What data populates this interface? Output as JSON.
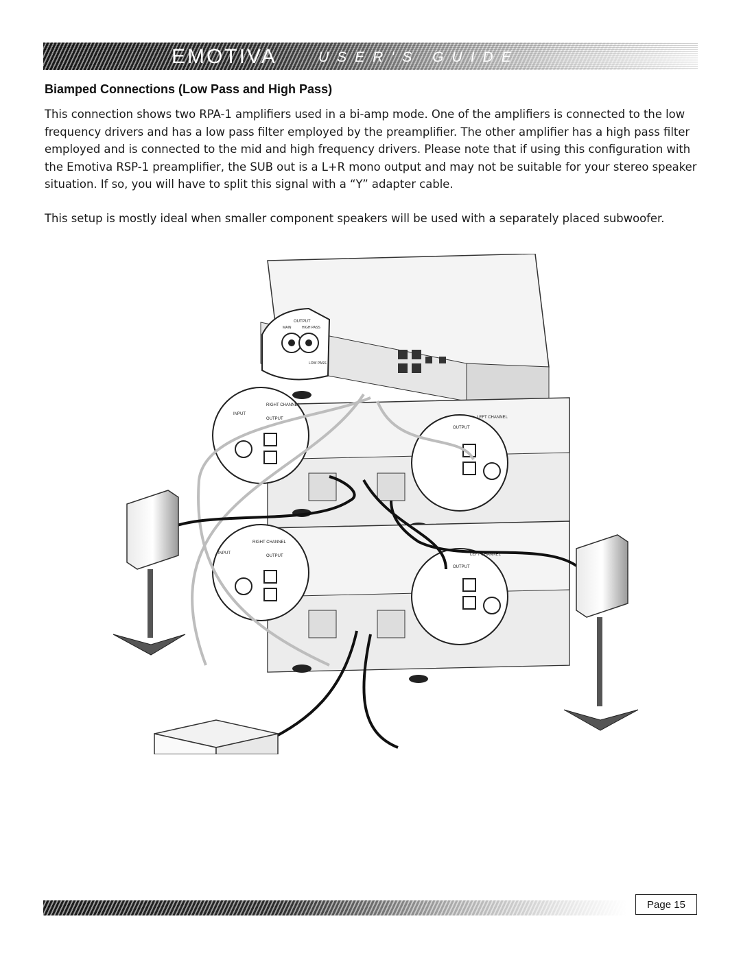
{
  "header": {
    "brand": "EMOTIVA",
    "guide_label": "USER'S GUIDE"
  },
  "section": {
    "title": "Biamped Connections (Low Pass and High Pass)"
  },
  "body": {
    "paragraph1": "This connection shows two RPA-1 amplifiers used in a bi-amp mode. One of the amplifiers is connected to the low frequency drivers and has a low pass filter employed by the preamplifier. The other amplifier has a high pass filter employed and is connected to the mid and high frequency drivers.  Please note that if using this configuration with the Emotiva RSP-1 preamplifier, the SUB out is a L+R mono output and may not be suitable for your stereo speaker situation.  If so, you will have to split this signal with a “Y” adapter cable.",
    "paragraph2": "This setup is mostly ideal when smaller component speakers will be used with a separately placed subwoofer."
  },
  "diagram": {
    "labels": {
      "right_channel_top": "RIGHT CHANNEL",
      "left_channel_top": "LEFT CHANNEL",
      "right_channel_bottom": "RIGHT CHANNEL",
      "left_channel_bottom": "LEFT CHANNEL",
      "input": "INPUT",
      "output": "OUTPUT",
      "preamp_output": "OUTPUT",
      "preamp_main": "MAIN",
      "preamp_high_pass": "HIGH PASS",
      "preamp_low_pass": "LOW PASS"
    }
  },
  "footer": {
    "page_label": "Page 15"
  },
  "colors": {
    "band_dark": "#1a1a1a",
    "cable": "#111111",
    "cable_light": "#bdbdbd"
  }
}
